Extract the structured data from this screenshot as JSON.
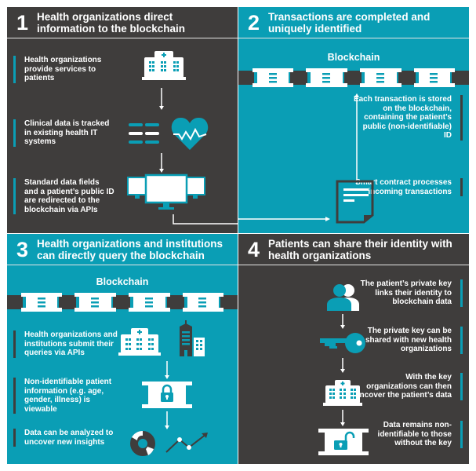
{
  "colors": {
    "teal": "#0a9eb5",
    "dark": "#3f3d3c",
    "white": "#ffffff"
  },
  "panels": [
    {
      "number": "1",
      "title": "Health organizations direct information to the blockchain",
      "steps": [
        {
          "text": "Health organizations provide services to patients",
          "icon": "hospital-icon"
        },
        {
          "text": "Clinical data is tracked in existing health IT systems",
          "icon": "heart-monitor-icon"
        },
        {
          "text": "Standard data fields and a patient’s public ID are redirected to the blockchain via APIs",
          "icon": "monitors-icon"
        }
      ]
    },
    {
      "number": "2",
      "title": "Transactions are completed and uniquely identified",
      "chain_label": "Blockchain",
      "steps": [
        {
          "text": "Each transaction is stored on the blockchain, containing the patient’s public (non-identifiable) ID",
          "icon": "blockchain-icon"
        },
        {
          "text": "Smart contract processes incoming transactions",
          "icon": "document-icon"
        }
      ]
    },
    {
      "number": "3",
      "title": "Health organizations and institutions can directly query the blockchain",
      "chain_label": "Blockchain",
      "steps": [
        {
          "text": "Health organizations and institutions submit their queries via APIs",
          "icon": "buildings-icon"
        },
        {
          "text": "Non-identifiable patient information (e.g. age, gender, illness) is viewable",
          "icon": "locked-block-icon"
        },
        {
          "text": "Data can be analyzed to uncover new insights",
          "icon": "analytics-icon"
        }
      ]
    },
    {
      "number": "4",
      "title": "Patients can share their identity with health organizations",
      "steps": [
        {
          "text": "The patient’s private key links their identity to blockchain data",
          "icon": "users-icon"
        },
        {
          "text": "The private key can be shared with new health organizations",
          "icon": "key-icon"
        },
        {
          "text": "With the key organizations can then uncover the patient’s data",
          "icon": "hospital-icon"
        },
        {
          "text": "Data remains non-identifiable to those without the key",
          "icon": "unlocked-block-icon"
        }
      ]
    }
  ]
}
